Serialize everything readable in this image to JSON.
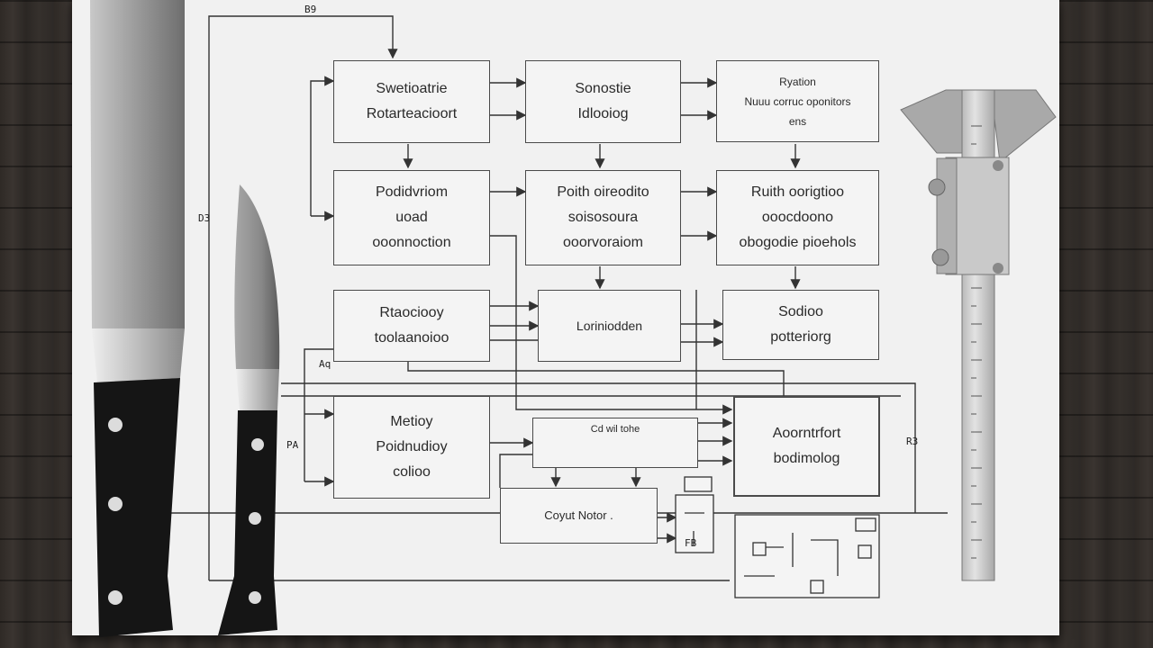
{
  "boxes": [
    {
      "id": "b1",
      "text": "Swetioatrie\nRotarteacioort"
    },
    {
      "id": "b2",
      "text": "Sonostie\nIdlooiog"
    },
    {
      "id": "b3",
      "text": "Ryation\nNuuu corruc oponitors\nens"
    },
    {
      "id": "b4",
      "text": "Podidvriom\nuoad\nooonnoction"
    },
    {
      "id": "b5",
      "text": "Poith oireodito\nsoisosoura\nooorvoraiom"
    },
    {
      "id": "b6",
      "text": "Ruith oorigtioo\nooocdoono\nobogodie pioehols"
    },
    {
      "id": "b7",
      "text": "Rtaociooy\ntoolaanoioo"
    },
    {
      "id": "b8",
      "text": "Loriniodden"
    },
    {
      "id": "b9",
      "text": "Sodioo\npotteriorg"
    },
    {
      "id": "b10",
      "text": "Metioy\nPoidnudioy\ncolioo"
    },
    {
      "id": "b11",
      "text": "Cd wil tohe"
    },
    {
      "id": "b12",
      "text": "Aoorntrfort\nbodimolog"
    },
    {
      "id": "b13",
      "text": "Coyut Notor ."
    }
  ],
  "marks": {
    "top": "B9",
    "left_side": "D3",
    "left_mid": "PA",
    "right_mid": "R3",
    "small_a": "Aq",
    "small_b": "FB"
  }
}
